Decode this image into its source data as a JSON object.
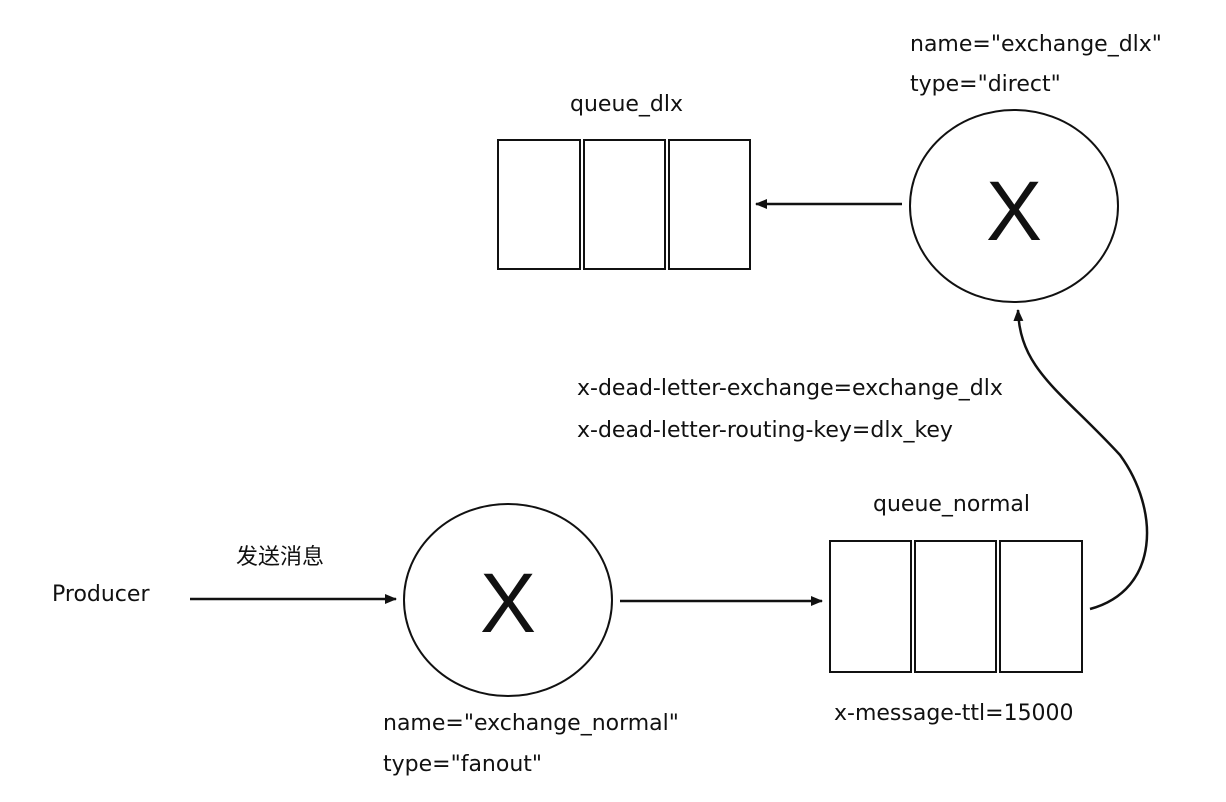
{
  "producer": {
    "label": "Producer"
  },
  "send_message": {
    "label": "发送消息"
  },
  "exchange_normal": {
    "symbol": "X",
    "name_line": "name=\"exchange_normal\"",
    "type_line": "type=\"fanout\""
  },
  "queue_normal": {
    "title": "queue_normal",
    "ttl_line": "x-message-ttl=15000"
  },
  "dead_letter_args": {
    "exchange_line": "x-dead-letter-exchange=exchange_dlx",
    "routing_key_line": "x-dead-letter-routing-key=dlx_key"
  },
  "exchange_dlx": {
    "symbol": "X",
    "name_line": "name=\"exchange_dlx\"",
    "type_line": "type=\"direct\""
  },
  "queue_dlx": {
    "title": "queue_dlx"
  },
  "colors": {
    "stroke": "#111111",
    "background": "#ffffff"
  }
}
